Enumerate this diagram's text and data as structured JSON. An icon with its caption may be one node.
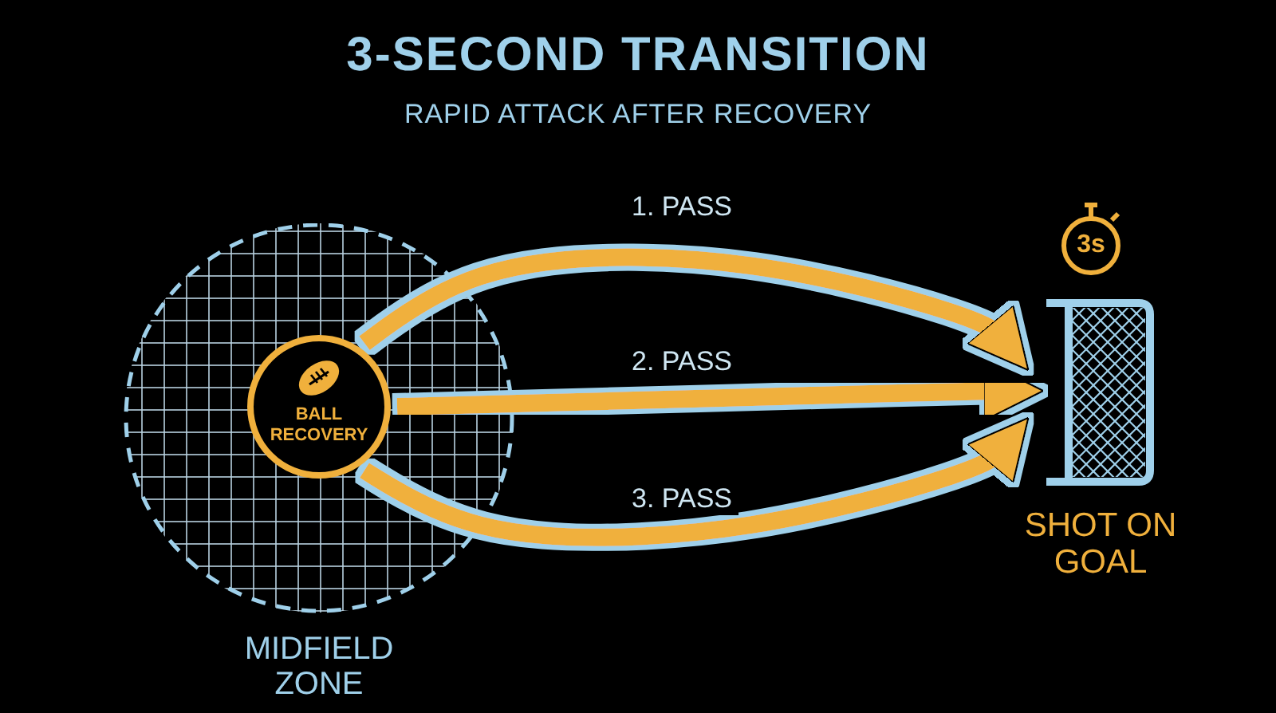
{
  "diagram": {
    "title": "3-SECOND TRANSITION",
    "nodes": [
      {
        "text": [
          "MIDFIELD ZONE"
        ]
      },
      {
        "text": [
          "BALL RECOVERY"
        ],
        "in": 0
      },
      {
        "text": [
          "3s"
        ]
      },
      {
        "text": [
          "SHOT ON GOAL"
        ]
      }
    ],
    "edges": [
      {
        "from": 1,
        "to": 3,
        "arrow": "to",
        "label": "1. PASS"
      },
      {
        "from": 1,
        "to": 3,
        "arrow": "to",
        "label": "2. PASS"
      },
      {
        "from": 1,
        "to": 3,
        "arrow": "to",
        "label": "3. PASS"
      }
    ],
    "labels": [
      "RAPID ATTACK AFTER RECOVERY"
    ]
  }
}
